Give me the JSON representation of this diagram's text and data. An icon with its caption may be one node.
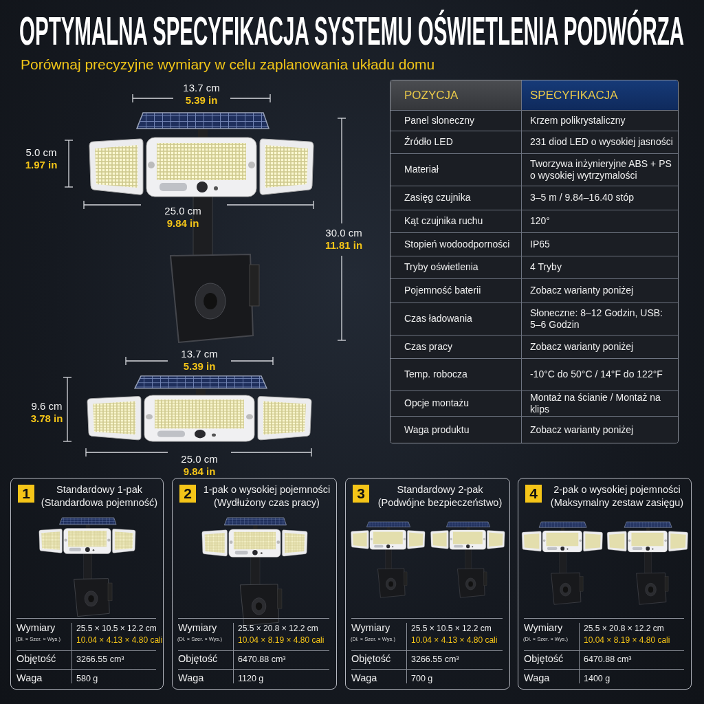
{
  "diagram": {
    "title": "OPTYMALNA SPECYFIKACJA SYSTEMU OŚWIETLENIA PODWÓRZA",
    "nodes": [
      {
        "text": [
          "1",
          "Standardowy 1-pak",
          "(Standardowa pojemność)",
          "Wymiary",
          "(Dł. × Szer. × Wys.)",
          "25.5 × 10.5 × 12.2 cm",
          "10.04 × 4.13 × 4.80 cali",
          "Objętość",
          "3266.55 cm³",
          "Waga",
          "580 g"
        ]
      },
      {
        "text": [
          "2",
          "1-pak o wysokiej pojemności",
          "(Wydłużony czas pracy)",
          "Wymiary",
          "(Dł. × Szer. × Wys.)",
          "25.5 × 20.8 × 12.2 cm",
          "10.04 × 8.19 × 4.80 cali",
          "Objętość",
          "6470.88 cm³",
          "Waga",
          "1120 g"
        ]
      },
      {
        "text": [
          "3",
          "Standardowy 2-pak",
          "(Podwójne bezpieczeństwo)",
          "Wymiary",
          "(Dł. × Szer. × Wys.)",
          "25.5 × 10.5 × 12.2 cm",
          "10.04 × 4.13 × 4.80 cali",
          "Objętość",
          "3266.55 cm³",
          "Waga",
          "700 g"
        ]
      },
      {
        "text": [
          "4",
          "2-pak o wysokiej pojemności",
          "(Maksymalny zestaw zasięgu)",
          "Wymiary",
          "(Dł. × Szer. × Wys.)",
          "25.5 × 20.8 × 12.2 cm",
          "10.04 × 8.19 × 4.80 cali",
          "Objętość",
          "6470.88 cm³",
          "Waga",
          "1400 g"
        ]
      }
    ],
    "labels": [
      "Porównaj precyzyjne wymiary w celu zaplanowania układu domu",
      "13.7 cm",
      "5.39 in",
      "5.0 cm",
      "1.97 in",
      "25.0 cm",
      "9.84 in",
      "30.0 cm",
      "11.81 in",
      "13.7 cm",
      "5.39 in",
      "9.6 cm",
      "3.78 in",
      "25.0 cm",
      "9.84 in",
      "POZYCJA",
      "SPECYFIKACJA",
      "Panel sloneczny",
      "Krzem polikrystaliczny",
      "Źródło LED",
      "231 diod LED o wysokiej jasności",
      "Materiał",
      "Tworzywa inżynieryjne ABS + PS o wysokiej wytrzymalości",
      "Zasięg czujnika",
      "3–5 m / 9.84–16.40 stóp",
      "Kąt czujnika ruchu",
      "120°",
      "Stopień wodoodporności",
      "IP65",
      "Tryby oświetlenia",
      "4 Tryby",
      "Pojemność baterii",
      "Zobacz warianty poniżej",
      "Czas ładowania",
      "Słoneczne: 8–12 Godzin, USB: 5–6 Godzin",
      "Czas pracy",
      "Zobacz warianty poniżej",
      "Temp. robocza",
      "-10°C do 50°C / 14°F do 122°F",
      "Opcje montażu",
      "Montaż na ścianie / Montaż na klips",
      "Waga produktu",
      "Zobacz warianty poniżej"
    ]
  }
}
